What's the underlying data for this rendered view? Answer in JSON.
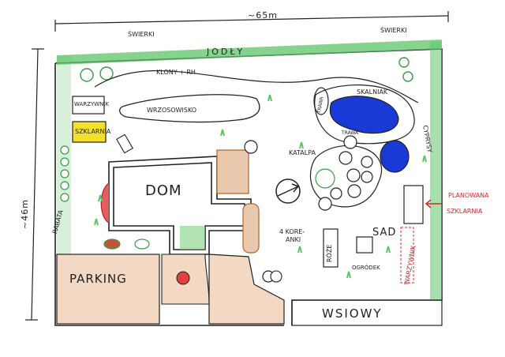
{
  "dimension_top": "~65m",
  "dimension_left": "~46m",
  "labels": {
    "swierki_left": "ŚWIERKI",
    "swierki_right": "ŚWIERKI",
    "jodly": "JODŁY",
    "klony": "KLONY + RH",
    "wrzosowisko": "WRZOSOWISKO",
    "warzywnik": "WARZYWNIK",
    "szklarnia": "SZKLARNIA",
    "dom": "DOM",
    "rabata": "RABATA",
    "parking": "PARKING",
    "katalpa": "KATALPA",
    "koreanki_1": "4 KORE-",
    "koreanki_2": "ANKI",
    "roze": "RÓŻE",
    "ogrodek": "OGRÓDEK",
    "sad": "SAD",
    "trawa": "TRAWA",
    "skalniak": "SKALNIAK",
    "trawa_small": "TRAWA",
    "cyprysy": "CYPRYSY",
    "planowana_1": "PLANOWANA",
    "planowana_2": "SZKLARNIA",
    "warzywnik_red": "WARZYWNIK",
    "wsiowy": "WSIOWY"
  },
  "colors": {
    "hedge_green": "#3fb34f",
    "pond_blue": "#1a3ad6",
    "greenhouse_yellow": "#f2e02a",
    "brown": "#b5622d",
    "red": "#d42a2a",
    "parking_fill": "#f3d9c4"
  }
}
